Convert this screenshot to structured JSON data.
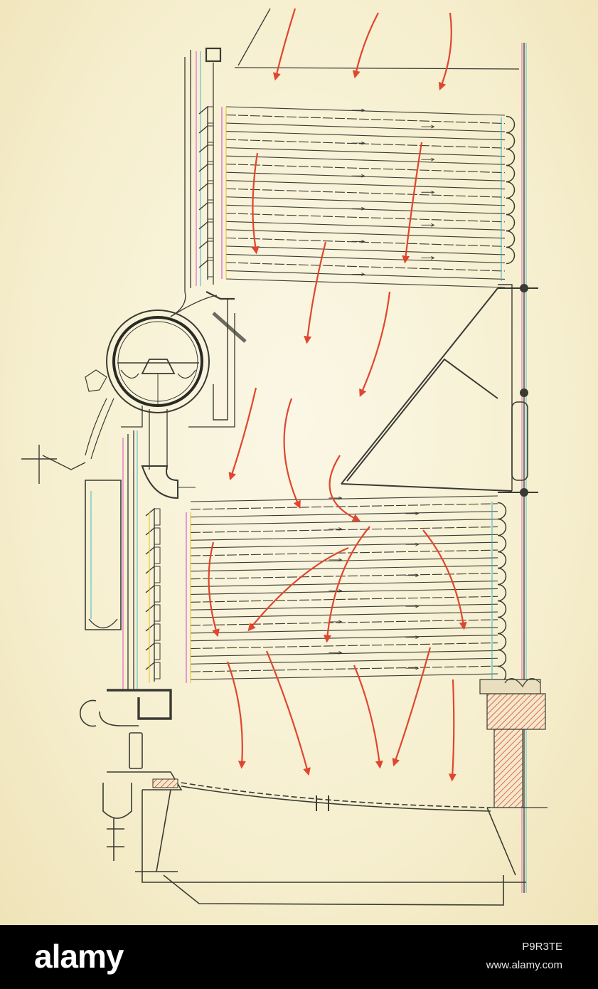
{
  "footer": {
    "brand": "alamy",
    "image_id": "P9R3TE",
    "site": "www.alamy.com"
  },
  "diagram": {
    "subject": "boiler cross-section drawing",
    "colors": {
      "paper": "#f6efcf",
      "line": "#3a3a34",
      "arrow": "#e0462e",
      "fringe_magenta": "#d43cc8",
      "fringe_cyan": "#2fb0c8",
      "fringe_yellow": "#e8c020",
      "hatch": "#c0392b"
    }
  }
}
